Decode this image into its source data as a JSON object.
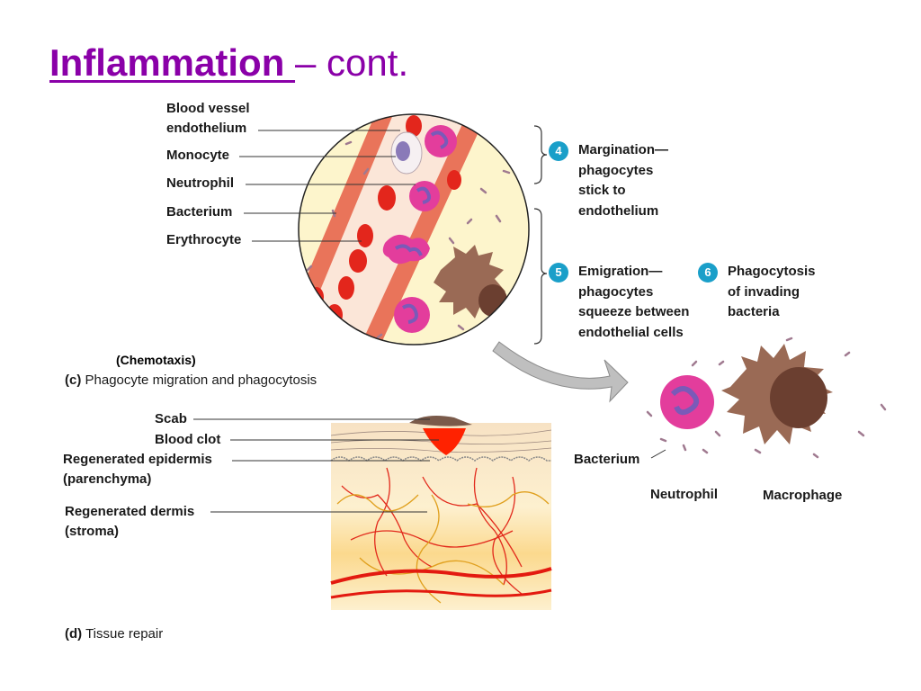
{
  "slide": {
    "title_main": "Inflammation ",
    "title_rest": "– cont.",
    "chemotaxis_note": "(Chemotaxis)"
  },
  "panel_c": {
    "letter": "(c)",
    "caption": "Phagocyte migration and phagocytosis",
    "labels": {
      "blood_vessel_1": "Blood vessel",
      "blood_vessel_2": "endothelium",
      "monocyte": "Monocyte",
      "neutrophil": "Neutrophil",
      "bacterium": "Bacterium",
      "erythrocyte": "Erythrocyte"
    },
    "steps": [
      {
        "number": "4",
        "lines": [
          "Margination—",
          "phagocytes",
          "stick to",
          "endothelium"
        ]
      },
      {
        "number": "5",
        "lines": [
          "Emigration—",
          "phagocytes",
          "squeeze between",
          "endothelial cells"
        ]
      },
      {
        "number": "6",
        "lines": [
          "Phagocytosis",
          "of invading",
          "bacteria"
        ]
      }
    ],
    "zoom_labels": {
      "bacterium": "Bacterium",
      "neutrophil": "Neutrophil",
      "macrophage": "Macrophage"
    }
  },
  "panel_d": {
    "letter": "(d)",
    "caption": "Tissue repair",
    "labels": {
      "scab": "Scab",
      "blood_clot": "Blood clot",
      "epidermis_1": "Regenerated epidermis",
      "epidermis_2": "(parenchyma)",
      "dermis_1": "Regenerated dermis",
      "dermis_2": "(stroma)"
    }
  },
  "colors": {
    "title": "#8a00a8",
    "badge": "#1a9fc9",
    "erythrocyte": "#e3261c",
    "neutrophil": "#e33d9c",
    "macrophage": "#9a6a55",
    "vessel_wall": "#e9745a",
    "tissue_background": "#fdf5cc"
  }
}
